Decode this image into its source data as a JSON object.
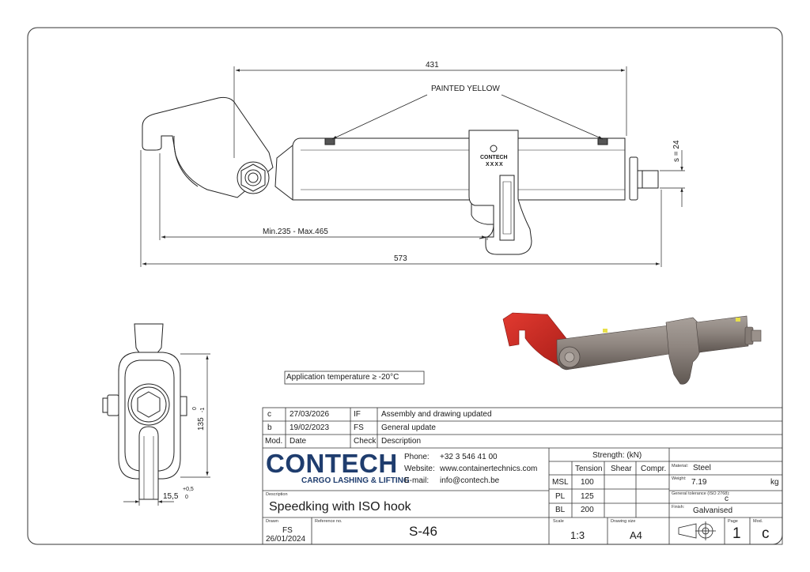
{
  "drawing": {
    "dim_overall_top": "431",
    "label_painted": "PAINTED  YELLOW",
    "dim_range": "Min.235 - Max.465",
    "dim_overall_length": "573",
    "dim_s": "s = 24",
    "hook_marking_brand": "CONTECH",
    "hook_marking_code": "XXXX",
    "dim_height": "135",
    "dim_height_tol_upper": "0",
    "dim_height_tol_lower": "-1",
    "dim_width": "15,5",
    "dim_width_tol_upper": "+0,5",
    "dim_width_tol_lower": "0",
    "application_temperature": "Application temperature ≥ -20°C"
  },
  "revisions": [
    {
      "mod": "c",
      "date": "27/03/2026",
      "check": "IF",
      "description": "Assembly and drawing updated"
    },
    {
      "mod": "b",
      "date": "19/02/2023",
      "check": "FS",
      "description": "General update"
    }
  ],
  "revision_headers": {
    "mod": "Mod.",
    "date": "Date",
    "check": "Check",
    "description": "Description"
  },
  "company": {
    "logo_text": "CONTECH",
    "tagline": "CARGO LASHING & LIFTING",
    "phone_label": "Phone:",
    "phone": "+32 3 546 41 00",
    "website_label": "Website:",
    "website": "www.containertechnics.com",
    "email_label": "E-mail:",
    "email": "info@contech.be"
  },
  "strength": {
    "title": "Strength: (kN)",
    "headers": [
      "Tension",
      "Shear",
      "Compr."
    ],
    "rows": [
      {
        "label": "MSL",
        "tension": "100",
        "shear": "",
        "compr": ""
      },
      {
        "label": "PL",
        "tension": "125",
        "shear": "",
        "compr": ""
      },
      {
        "label": "BL",
        "tension": "200",
        "shear": "",
        "compr": ""
      }
    ]
  },
  "properties": {
    "material_label": "Material:",
    "material": "Steel",
    "weight_label": "Weight:",
    "weight": "7.19",
    "weight_unit": "kg",
    "tolerance_label": "General tolerance (ISO 2768):",
    "tolerance": "c",
    "finish_label": "Finish:",
    "finish": "Galvanised"
  },
  "description": {
    "label": "Description",
    "value": "Speedking with ISO hook"
  },
  "footer": {
    "drawn_label": "Drawn",
    "drawn_by": "FS",
    "drawn_date": "26/01/2024",
    "reference_label": "Reference no.",
    "reference": "S-46",
    "scale_label": "Scale",
    "scale": "1:3",
    "size_label": "Drawing size",
    "size": "A4",
    "page_label": "Page",
    "page": "1",
    "mod_label": "Mod.",
    "mod": "c"
  },
  "colors": {
    "hook_red": "#d42a23",
    "body_steel": "#8a7f79",
    "marking_yellow": "#e8e04a",
    "logo_blue": "#1f3d6e"
  }
}
